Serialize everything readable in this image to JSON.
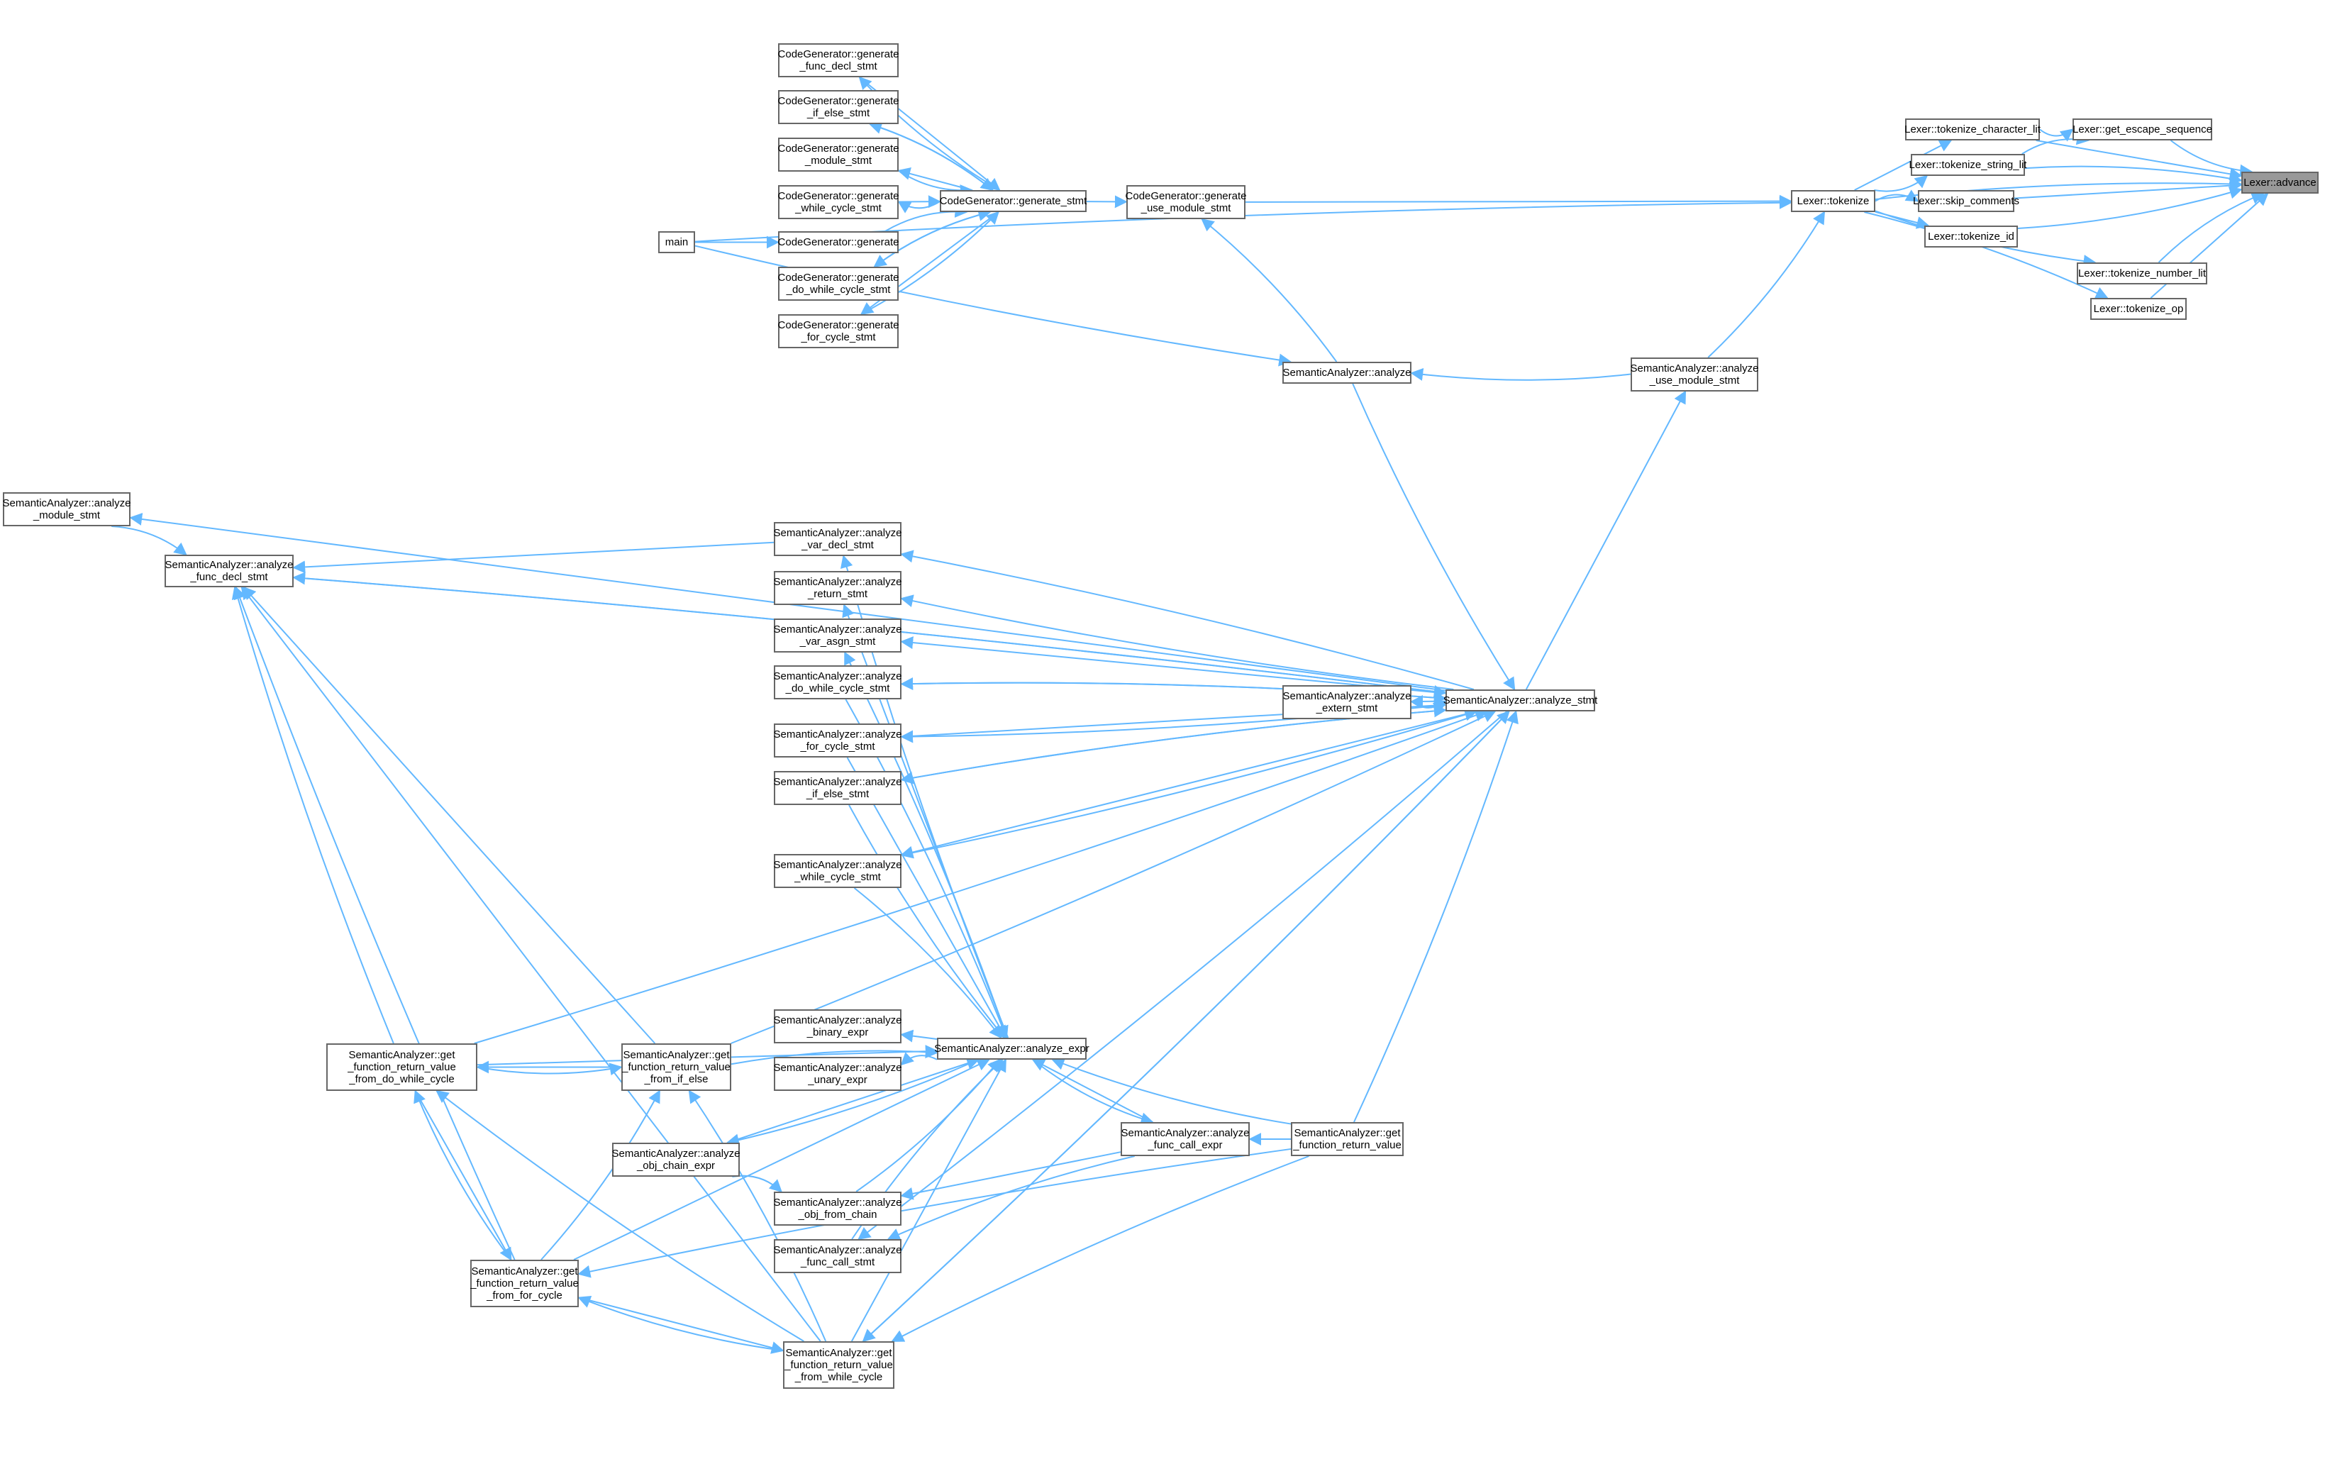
{
  "title": "Lexer::advance caller graph",
  "colors": {
    "edge": "#63b8ff",
    "root_fill": "#999999",
    "node_border": "#666666"
  },
  "nodes": {
    "advance": "Lexer::advance",
    "escape": "Lexer::get_escape_sequence",
    "char_lit": "Lexer::tokenize_character_lit",
    "string_lit": "Lexer::tokenize_string_lit",
    "skip": "Lexer::skip_comments",
    "id": "Lexer::tokenize_id",
    "number_lit": "Lexer::tokenize_number_lit",
    "op": "Lexer::tokenize_op",
    "tokenize": "Lexer::tokenize",
    "gen_use_module": "CodeGenerator::generate\n_use_module_stmt",
    "gen_stmt": "CodeGenerator::generate_stmt",
    "gen_func_decl": "CodeGenerator::generate\n_func_decl_stmt",
    "gen_if_else": "CodeGenerator::generate\n_if_else_stmt",
    "gen_module": "CodeGenerator::generate\n_module_stmt",
    "gen_while": "CodeGenerator::generate\n_while_cycle_stmt",
    "generate": "CodeGenerator::generate",
    "gen_do_while": "CodeGenerator::generate\n_do_while_cycle_stmt",
    "gen_for": "CodeGenerator::generate\n_for_cycle_stmt",
    "main": "main",
    "analyze": "SemanticAnalyzer::analyze",
    "analyze_use_module": "SemanticAnalyzer::analyze\n_use_module_stmt",
    "module_stmt": "SemanticAnalyzer::analyze\n_module_stmt",
    "func_decl_stmt": "SemanticAnalyzer::analyze\n_func_decl_stmt",
    "var_decl": "SemanticAnalyzer::analyze\n_var_decl_stmt",
    "return_stmt": "SemanticAnalyzer::analyze\n_return_stmt",
    "var_asgn": "SemanticAnalyzer::analyze\n_var_asgn_stmt",
    "do_while_stmt": "SemanticAnalyzer::analyze\n_do_while_cycle_stmt",
    "extern_stmt": "SemanticAnalyzer::analyze\n_extern_stmt",
    "analyze_stmt": "SemanticAnalyzer::analyze_stmt",
    "for_cycle_stmt": "SemanticAnalyzer::analyze\n_for_cycle_stmt",
    "if_else_stmt": "SemanticAnalyzer::analyze\n_if_else_stmt",
    "while_stmt": "SemanticAnalyzer::analyze\n_while_cycle_stmt",
    "binary_expr": "SemanticAnalyzer::analyze\n_binary_expr",
    "analyze_expr": "SemanticAnalyzer::analyze_expr",
    "unary_expr": "SemanticAnalyzer::analyze\n_unary_expr",
    "from_do_while": "SemanticAnalyzer::get\n_function_return_value\n_from_do_while_cycle",
    "from_if_else": "SemanticAnalyzer::get\n_function_return_value\n_from_if_else",
    "obj_chain": "SemanticAnalyzer::analyze\n_obj_chain_expr",
    "func_call_expr": "SemanticAnalyzer::analyze\n_func_call_expr",
    "get_fn_ret": "SemanticAnalyzer::get\n_function_return_value",
    "obj_from_chain": "SemanticAnalyzer::analyze\n_obj_from_chain",
    "func_call_stmt": "SemanticAnalyzer::analyze\n_func_call_stmt",
    "from_for": "SemanticAnalyzer::get\n_function_return_value\n_from_for_cycle",
    "from_while": "SemanticAnalyzer::get\n_function_return_value\n_from_while_cycle"
  },
  "edges": [
    [
      "tokenize",
      "advance"
    ],
    [
      "char_lit",
      "advance"
    ],
    [
      "escape",
      "advance"
    ],
    [
      "string_lit",
      "advance"
    ],
    [
      "skip",
      "advance"
    ],
    [
      "id",
      "advance"
    ],
    [
      "number_lit",
      "advance"
    ],
    [
      "op",
      "advance"
    ],
    [
      "char_lit",
      "escape"
    ],
    [
      "string_lit",
      "escape"
    ],
    [
      "tokenize",
      "char_lit"
    ],
    [
      "tokenize",
      "string_lit"
    ],
    [
      "tokenize",
      "skip"
    ],
    [
      "tokenize",
      "id"
    ],
    [
      "tokenize",
      "number_lit"
    ],
    [
      "tokenize",
      "op"
    ],
    [
      "gen_use_module",
      "tokenize"
    ],
    [
      "analyze_use_module",
      "tokenize"
    ],
    [
      "main",
      "tokenize"
    ],
    [
      "gen_stmt",
      "gen_use_module"
    ],
    [
      "analyze",
      "gen_use_module"
    ],
    [
      "gen_stmt",
      "gen_func_decl"
    ],
    [
      "gen_func_decl",
      "gen_stmt"
    ],
    [
      "gen_stmt",
      "gen_if_else"
    ],
    [
      "gen_if_else",
      "gen_stmt"
    ],
    [
      "gen_stmt",
      "gen_module"
    ],
    [
      "gen_module",
      "gen_stmt"
    ],
    [
      "gen_stmt",
      "gen_while"
    ],
    [
      "gen_while",
      "gen_stmt"
    ],
    [
      "gen_stmt",
      "gen_do_while"
    ],
    [
      "gen_do_while",
      "gen_stmt"
    ],
    [
      "gen_stmt",
      "gen_for"
    ],
    [
      "gen_for",
      "gen_stmt"
    ],
    [
      "generate",
      "gen_stmt"
    ],
    [
      "main",
      "generate"
    ],
    [
      "main",
      "analyze"
    ],
    [
      "analyze_use_module",
      "analyze"
    ],
    [
      "analyze_stmt",
      "analyze_use_module"
    ],
    [
      "analyze",
      "analyze_stmt"
    ],
    [
      "module_stmt",
      "func_decl_stmt"
    ],
    [
      "analyze_stmt",
      "module_stmt"
    ],
    [
      "analyze_stmt",
      "func_decl_stmt"
    ],
    [
      "func_decl_stmt",
      "analyze_stmt"
    ],
    [
      "var_decl",
      "func_decl_stmt"
    ],
    [
      "analyze_stmt",
      "var_decl"
    ],
    [
      "analyze_stmt",
      "return_stmt"
    ],
    [
      "analyze_stmt",
      "var_asgn"
    ],
    [
      "analyze_stmt",
      "do_while_stmt"
    ],
    [
      "do_while_stmt",
      "analyze_stmt"
    ],
    [
      "analyze_stmt",
      "extern_stmt"
    ],
    [
      "extern_stmt",
      "analyze_stmt"
    ],
    [
      "analyze_stmt",
      "for_cycle_stmt"
    ],
    [
      "for_cycle_stmt",
      "analyze_stmt"
    ],
    [
      "analyze_stmt",
      "if_else_stmt"
    ],
    [
      "if_else_stmt",
      "analyze_stmt"
    ],
    [
      "analyze_stmt",
      "while_stmt"
    ],
    [
      "while_stmt",
      "analyze_stmt"
    ],
    [
      "analyze_expr",
      "var_decl"
    ],
    [
      "analyze_expr",
      "return_stmt"
    ],
    [
      "analyze_expr",
      "var_asgn"
    ],
    [
      "do_while_stmt",
      "analyze_expr"
    ],
    [
      "for_cycle_stmt",
      "analyze_expr"
    ],
    [
      "if_else_stmt",
      "analyze_expr"
    ],
    [
      "while_stmt",
      "analyze_expr"
    ],
    [
      "analyze_expr",
      "binary_expr"
    ],
    [
      "analyze_expr",
      "unary_expr"
    ],
    [
      "analyze_expr",
      "obj_chain"
    ],
    [
      "obj_chain",
      "analyze_expr"
    ],
    [
      "obj_from_chain",
      "analyze_expr"
    ],
    [
      "func_call_stmt",
      "analyze_expr"
    ],
    [
      "func_call_expr",
      "analyze_expr"
    ],
    [
      "analyze_expr",
      "func_call_expr"
    ],
    [
      "get_fn_ret",
      "analyze_expr"
    ],
    [
      "get_fn_ret",
      "func_call_expr"
    ],
    [
      "get_fn_ret",
      "analyze_stmt"
    ],
    [
      "obj_chain",
      "obj_from_chain"
    ],
    [
      "func_call_expr",
      "obj_from_chain"
    ],
    [
      "func_call_expr",
      "func_call_stmt"
    ],
    [
      "analyze_stmt",
      "func_call_stmt"
    ],
    [
      "from_do_while",
      "analyze_expr"
    ],
    [
      "from_do_while",
      "analyze_stmt"
    ],
    [
      "from_do_while",
      "func_decl_stmt"
    ],
    [
      "from_if_else",
      "from_do_while"
    ],
    [
      "from_do_while",
      "from_if_else"
    ],
    [
      "from_if_else",
      "analyze_expr"
    ],
    [
      "from_if_else",
      "func_decl_stmt"
    ],
    [
      "from_if_else",
      "analyze_stmt"
    ],
    [
      "from_for",
      "from_do_while"
    ],
    [
      "from_do_while",
      "from_for"
    ],
    [
      "from_for",
      "from_if_else"
    ],
    [
      "from_for",
      "func_decl_stmt"
    ],
    [
      "from_for",
      "analyze_expr"
    ],
    [
      "get_fn_ret",
      "from_for"
    ],
    [
      "from_while",
      "from_for"
    ],
    [
      "from_for",
      "from_while"
    ],
    [
      "from_while",
      "from_if_else"
    ],
    [
      "from_while",
      "from_do_while"
    ],
    [
      "from_while",
      "analyze_expr"
    ],
    [
      "from_while",
      "analyze_stmt"
    ],
    [
      "analyze_stmt",
      "from_while"
    ],
    [
      "from_while",
      "func_decl_stmt"
    ],
    [
      "get_fn_ret",
      "from_while"
    ]
  ]
}
